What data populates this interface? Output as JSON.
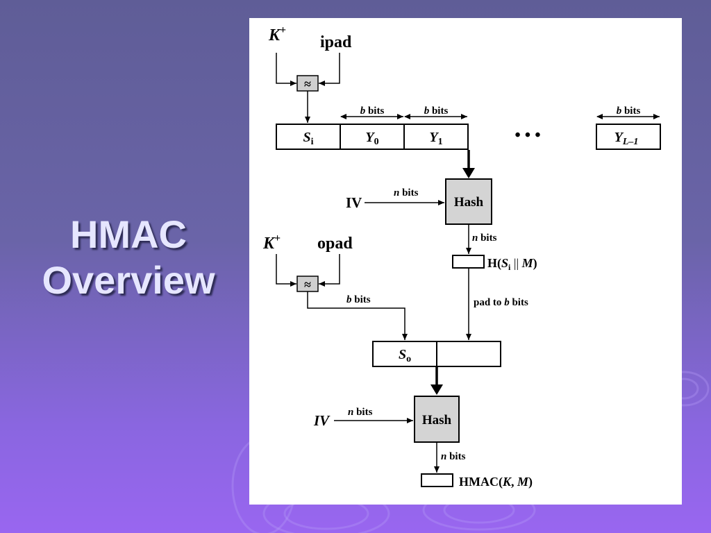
{
  "slide": {
    "title_line1": "HMAC",
    "title_line2": "Overview"
  },
  "diagram": {
    "key_top": "K",
    "key_top_sup": "+",
    "ipad": "ipad",
    "xor_symbol": "≈",
    "b": "b",
    "bits": " bits",
    "n": "n",
    "s_i": "S",
    "s_i_sub": "i",
    "y0": "Y",
    "y0_sub": "0",
    "y1": "Y",
    "y1_sub": "1",
    "ellipsis": "•   •   •",
    "yl": "Y",
    "yl_sub": "L–1",
    "iv": "IV",
    "hash": "Hash",
    "key_bottom": "K",
    "key_bottom_sup": "+",
    "opad": "opad",
    "h_prefix": "H(",
    "h_s": "S",
    "h_sub": "i",
    "h_mid": " || ",
    "h_m": "M",
    "h_close": ")",
    "pad_prefix": "pad to ",
    "pad_b": "b",
    "pad_suffix": " bits",
    "s_o": "S",
    "s_o_sub": "o",
    "iv2": "IV",
    "hmac_prefix": "HMAC(",
    "hmac_k": "K",
    "hmac_comma": ", ",
    "hmac_m": "M",
    "hmac_close": ")"
  },
  "colors": {
    "hash_fill": "#d4d4d4",
    "xor_fill": "#cfcfcf",
    "title_text": "#e6e6ff"
  }
}
